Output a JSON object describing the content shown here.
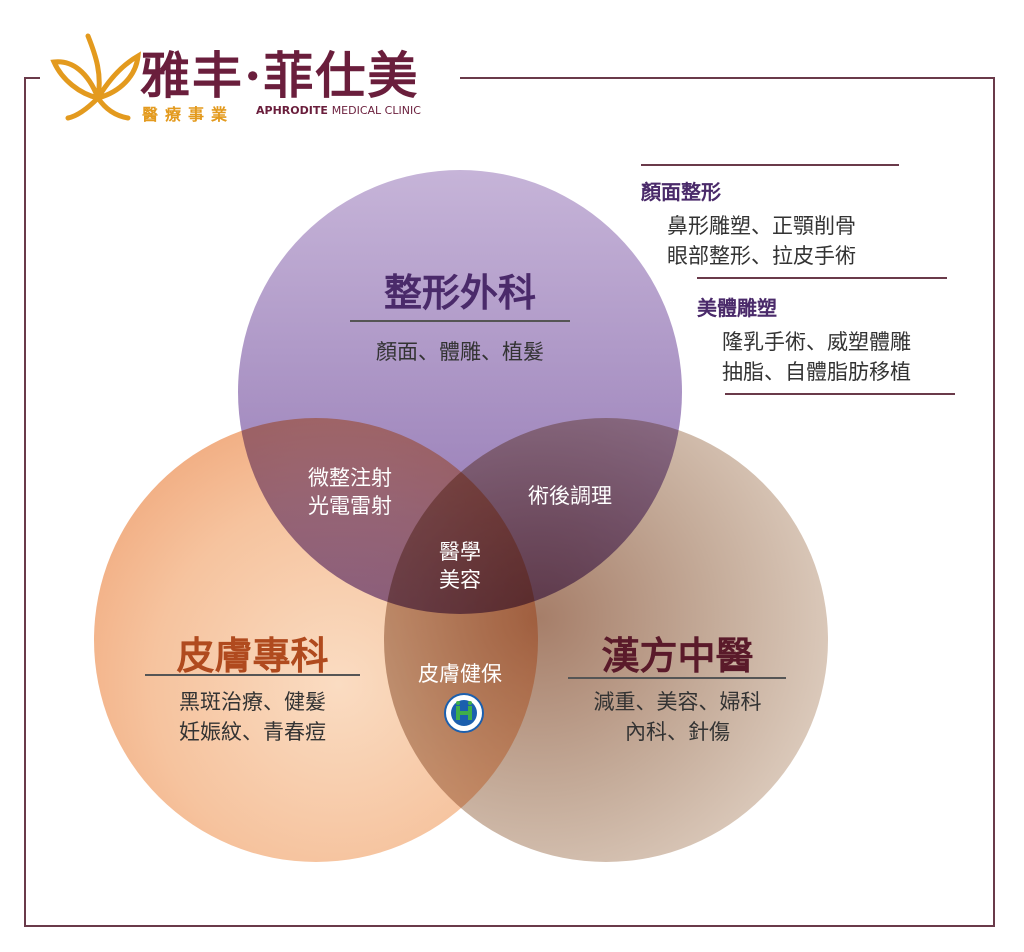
{
  "logo": {
    "name": "雅丰·菲仕美",
    "subtitle": "醫療事業",
    "en_bold": "APHRODITE",
    "en_light": "MEDICAL CLINIC"
  },
  "colors": {
    "frame": "#6a3a4a",
    "plastic_surgery": "#b6a0cc",
    "dermatology": "#f4b38a",
    "tcm": "#b39684",
    "heading_purple": "#4a2a6a",
    "heading_orange": "#b04a1e",
    "heading_maroon": "#5a1a2a",
    "logo_gold": "#e39a1e"
  },
  "circles": {
    "plastic_surgery": {
      "title": "整形外科",
      "items": "顏面、體雕、植髮"
    },
    "dermatology": {
      "title": "皮膚專科",
      "items": [
        "黑斑治療、健髮",
        "妊娠紋、青春痘"
      ]
    },
    "tcm": {
      "title": "漢方中醫",
      "items": [
        "減重、美容、婦科",
        "內科、針傷"
      ]
    }
  },
  "overlaps": {
    "plastic_derm": [
      "微整注射",
      "光電雷射"
    ],
    "plastic_tcm": "術後調理",
    "all": [
      "醫學",
      "美容"
    ],
    "derm_tcm": "皮膚健保"
  },
  "nhi_icon": "nhi-logo-icon",
  "right_panel": {
    "facial": {
      "heading": "顏面整形",
      "items": [
        "鼻形雕塑、正顎削骨",
        "眼部整形、拉皮手術"
      ]
    },
    "body": {
      "heading": "美體雕塑",
      "items": [
        "隆乳手術、威塑體雕",
        "抽脂、自體脂肪移植"
      ]
    }
  }
}
